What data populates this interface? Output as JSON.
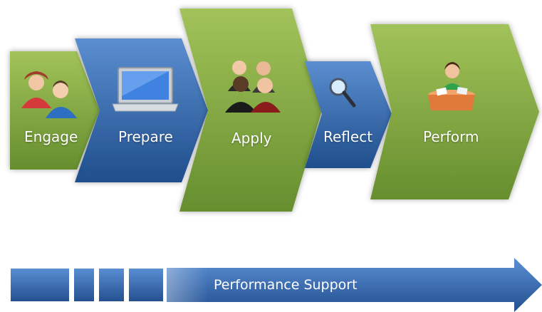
{
  "process": {
    "steps": [
      {
        "label": "Engage",
        "icon": "people-icon",
        "color": "green"
      },
      {
        "label": "Prepare",
        "icon": "laptop-icon",
        "color": "blue"
      },
      {
        "label": "Apply",
        "icon": "meeting-icon",
        "color": "green"
      },
      {
        "label": "Reflect",
        "icon": "magnifier-icon",
        "color": "blue"
      },
      {
        "label": "Perform",
        "icon": "worker-icon",
        "color": "green"
      }
    ]
  },
  "support_bar": {
    "label": "Performance Support"
  },
  "colors": {
    "green_light": "#a2c35a",
    "green_dark": "#5f8a2a",
    "blue_light": "#5b8ed0",
    "blue_dark": "#1f4e8c"
  }
}
